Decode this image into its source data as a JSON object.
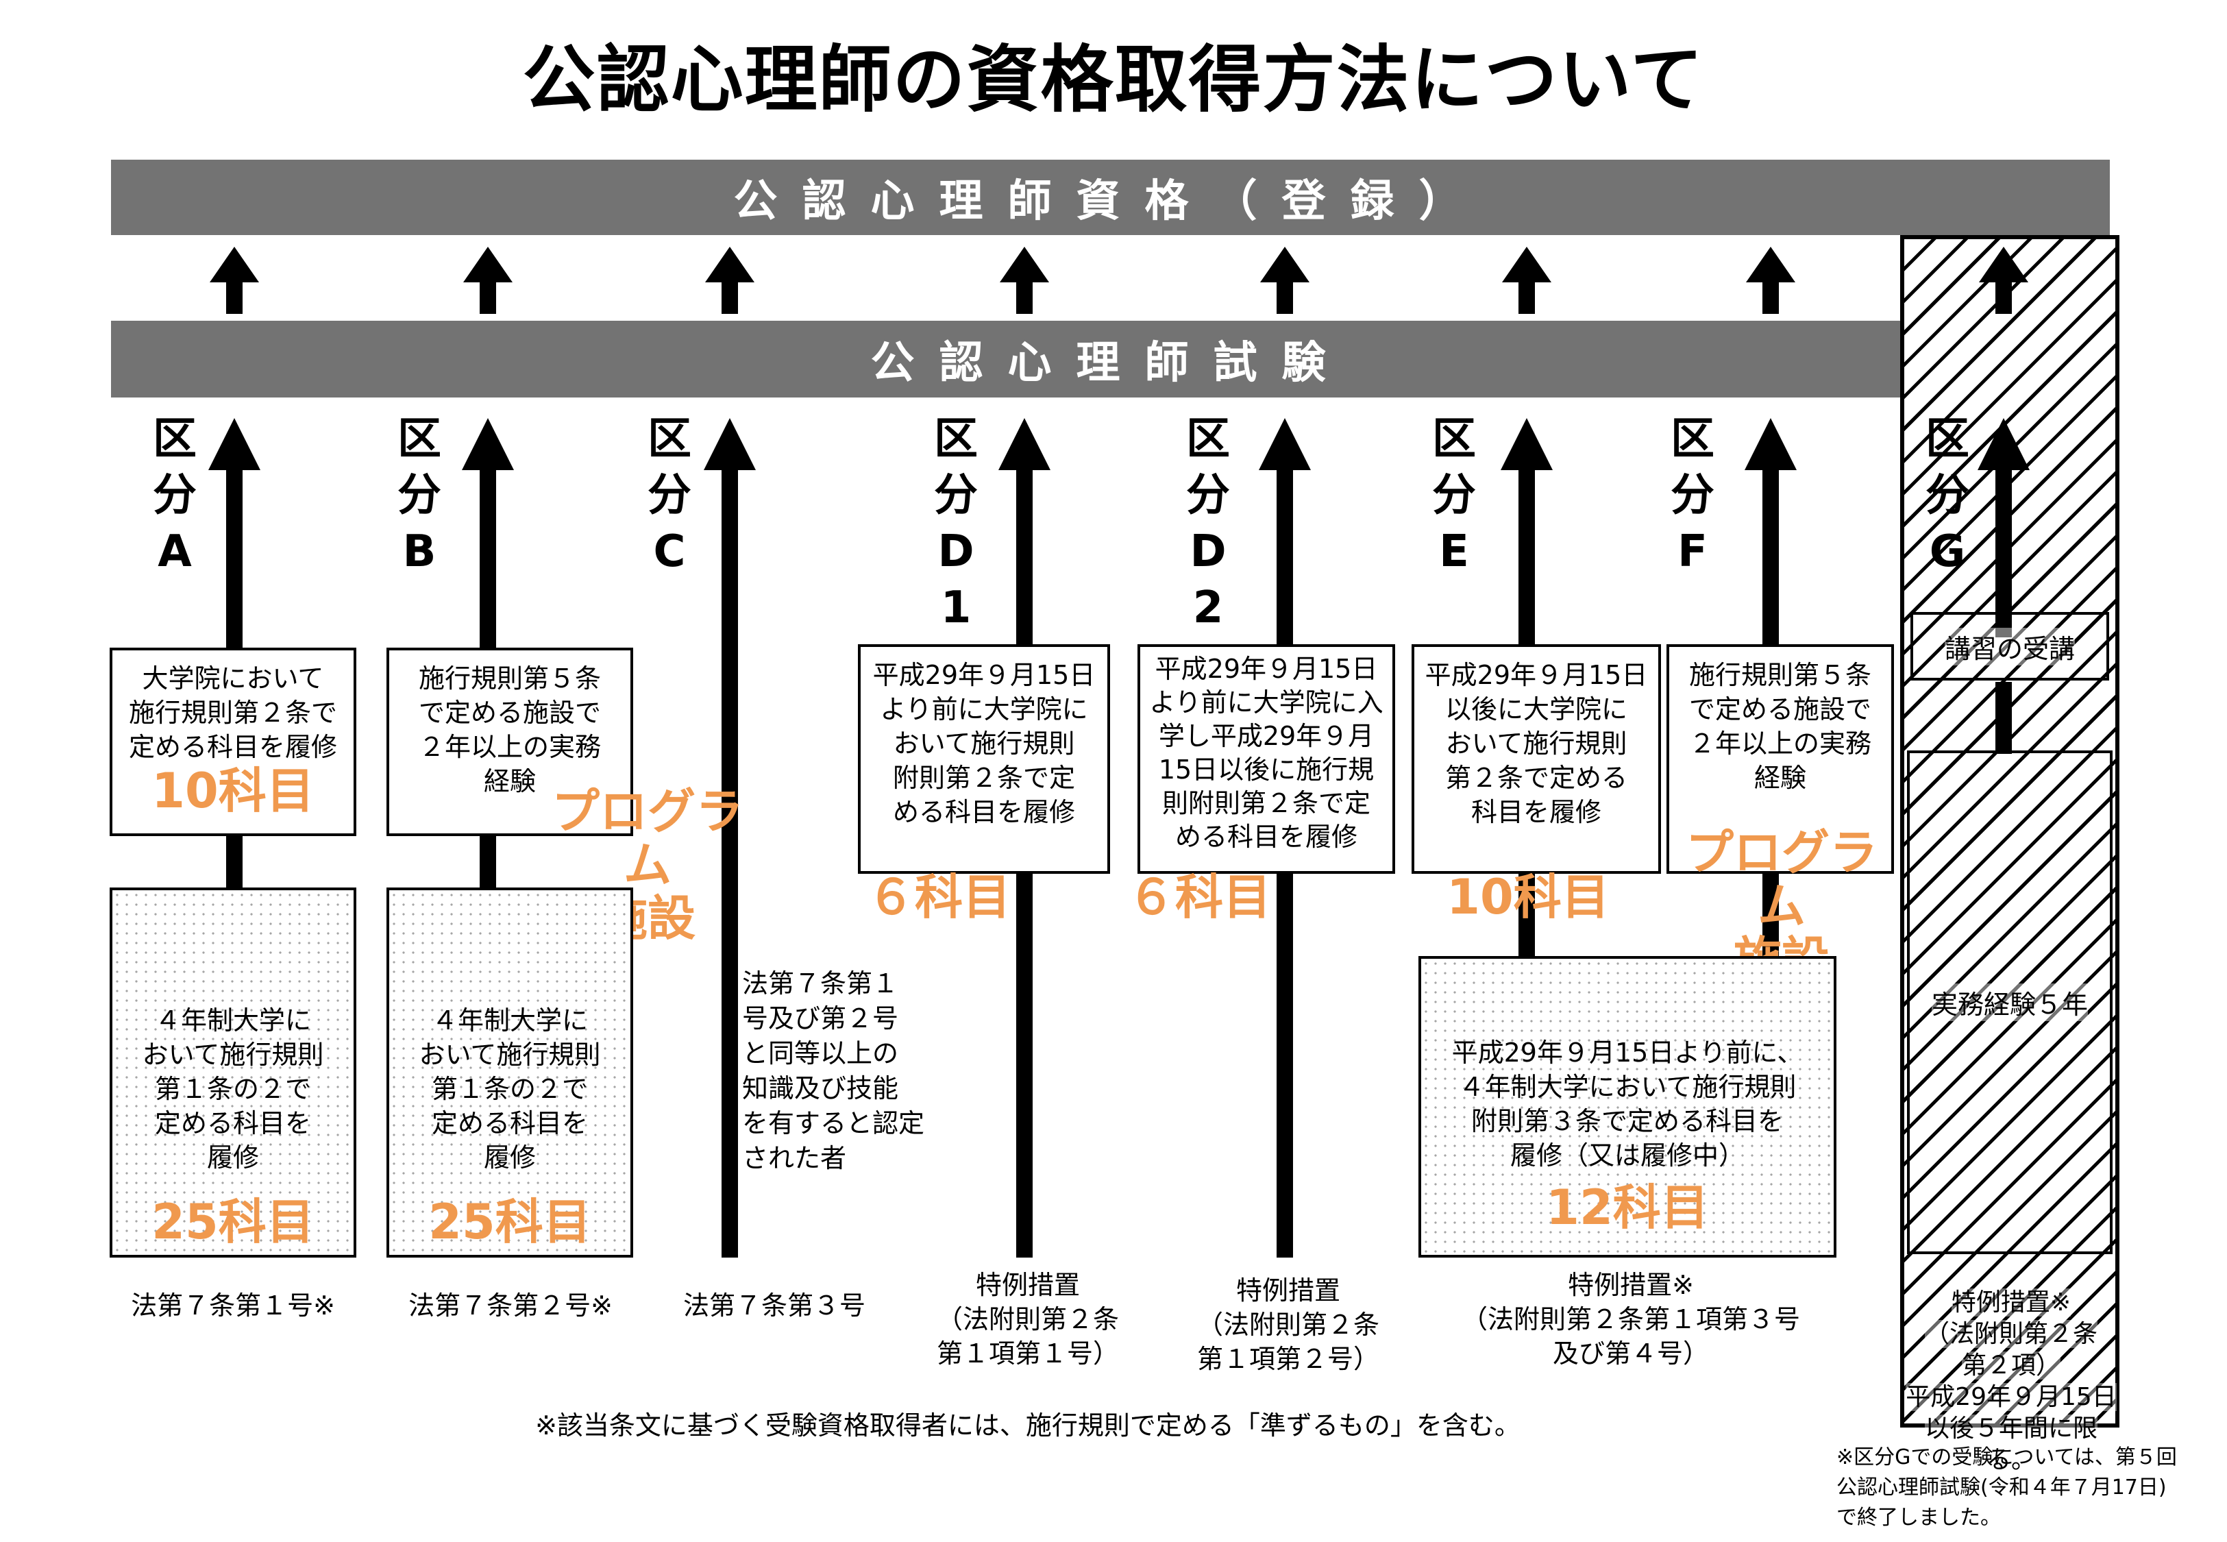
{
  "title": "公認心理師の資格取得方法について",
  "band_top": "公認心理師資格（登録）",
  "band_exam": "公認心理師試験",
  "kubun": {
    "A": [
      "区",
      "分",
      "A"
    ],
    "B": [
      "区",
      "分",
      "B"
    ],
    "C": [
      "区",
      "分",
      "C"
    ],
    "D1": [
      "区",
      "分",
      "D",
      "1"
    ],
    "D2": [
      "区",
      "分",
      "D",
      "2"
    ],
    "E": [
      "区",
      "分",
      "E"
    ],
    "F": [
      "区",
      "分",
      "F"
    ],
    "G": [
      "区",
      "分",
      "G"
    ]
  },
  "boxes": {
    "A_upper": "大学院において\n施行規則第２条で\n定める科目を履修",
    "A_upper_count": "10科目",
    "B_upper": "施行規則第５条\nで定める施設で\n２年以上の実務\n経験",
    "B_program": "プログラム\n施設",
    "A_lower": "４年制大学に\nおいて施行規則\n第１条の２で\n定める科目を\n履修",
    "A_lower_count": "25科目",
    "B_lower": "４年制大学に\nおいて施行規則\n第１条の２で\n定める科目を\n履修",
    "B_lower_count": "25科目",
    "C_text": "法第７条第１\n号及び第２号\nと同等以上の\n知識及び技能\nを有すると認定\nされた者",
    "D1_box": "平成29年９月15日\nより前に大学院に\nおいて施行規則\n附則第２条で定\nめる科目を履修",
    "D1_count": "６科目",
    "D2_box": "平成29年９月15日\nより前に大学院に入\n学し平成29年９月\n15日以後に施行規\n則附則第２条で定\nめる科目を履修",
    "D2_count": "６科目",
    "E_box": "平成29年９月15日\n以後に大学院に\nおいて施行規則\n第２条で定める\n科目を履修",
    "E_count": "10科目",
    "F_box": "施行規則第５条\nで定める施設で\n２年以上の実務\n経験",
    "F_program": "プログラム\n施設",
    "E_lower": "平成29年９月15日より前に、\n４年制大学において施行規則\n附則第３条で定める科目を\n履修（又は履修中）",
    "E_lower_count": "12科目",
    "G_course": "講習の受講",
    "G_work": "実務経験５年"
  },
  "footer": {
    "A": "法第７条第１号※",
    "B": "法第７条第２号※",
    "C": "法第７条第３号",
    "D1": "特例措置\n（法附則第２条\n第１項第１号）",
    "D2": "特例措置\n（法附則第２条\n第１項第２号）",
    "E": "特例措置※\n（法附則第２条第１項第３号\n及び第４号）",
    "G": "特例措置※\n（法附則第２条\n第２項）\n平成29年９月15日\n以後５年間に限る。",
    "note": "※該当条文に基づく受験資格取得者には、施行規則で定める「準ずるもの」を含む。",
    "g_note": "※区分Gでの受験については、第５回\n公認心理師試験(令和４年７月17日)\nで終了しました。"
  },
  "colors": {
    "band": "#737373",
    "orange": "#f0994e"
  }
}
